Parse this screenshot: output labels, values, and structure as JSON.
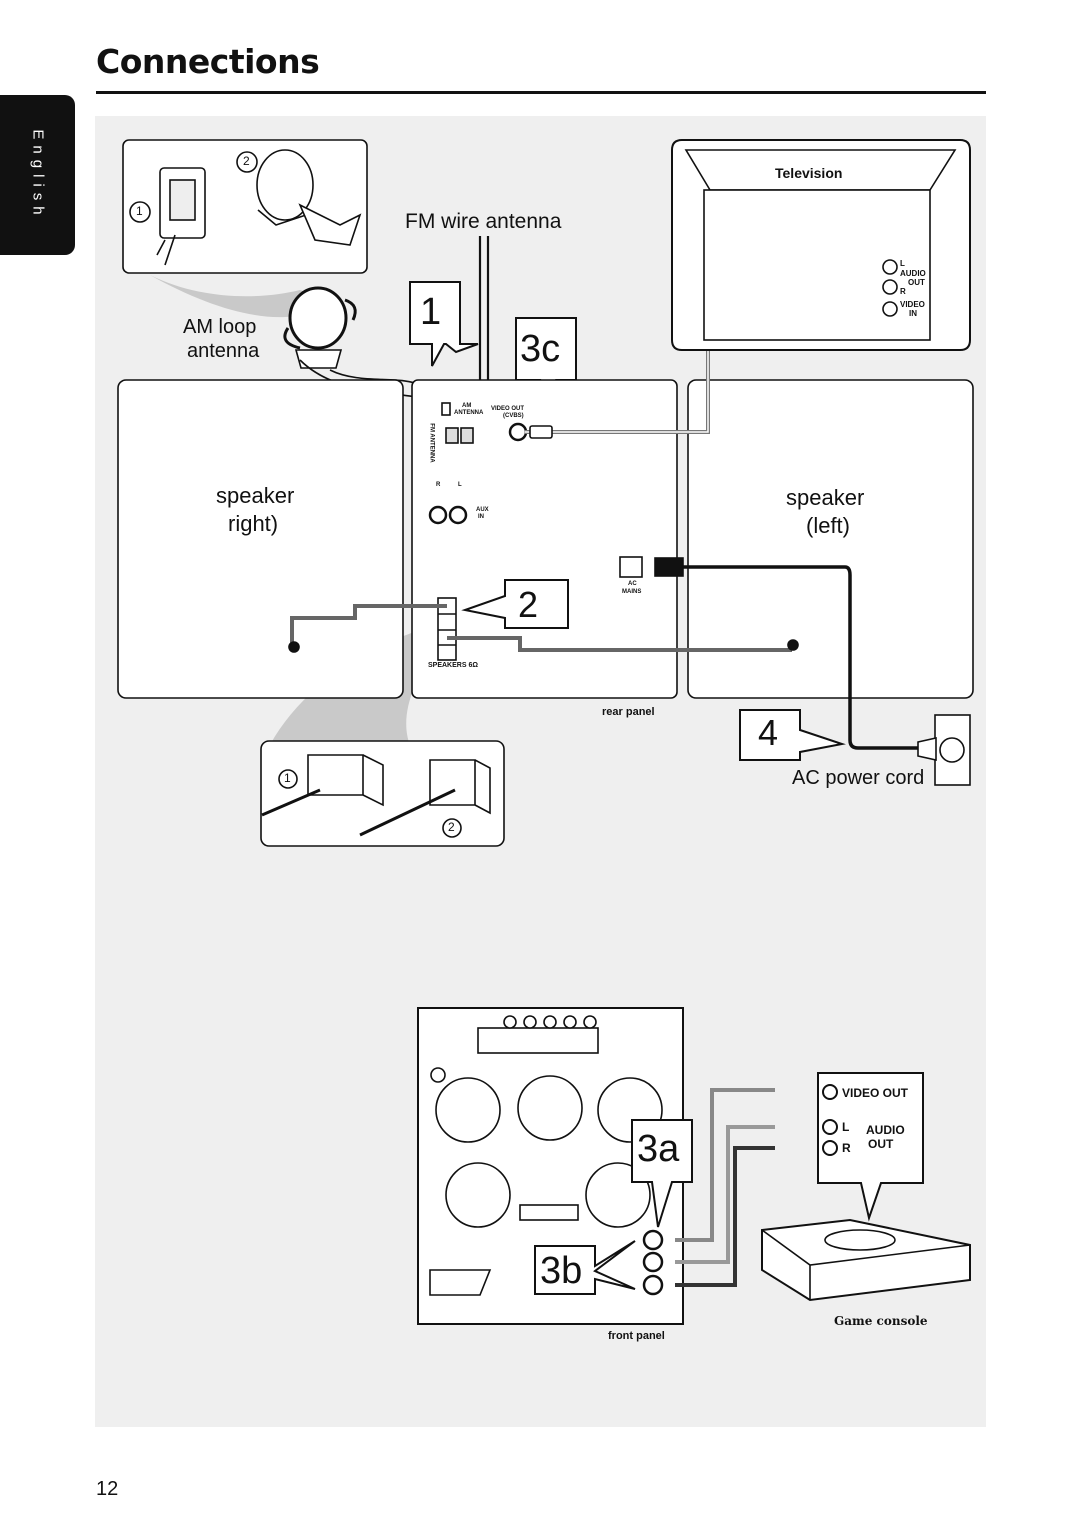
{
  "page": {
    "title": "Connections",
    "language_tab": "English",
    "page_number": "12"
  },
  "labels": {
    "fm_antenna": "FM wire antenna",
    "am_loop_line1": "AM loop",
    "am_loop_line2": "antenna",
    "speaker_right_line1": "speaker",
    "speaker_right_line2": "right)",
    "speaker_left_line1": "speaker",
    "speaker_left_line2": "(left)",
    "television": "Television",
    "rear_panel": "rear panel",
    "front_panel": "front panel",
    "ac_power_cord": "AC power cord",
    "game_console": "Game console"
  },
  "steps": {
    "s1": "1",
    "s2": "2",
    "s3a": "3a",
    "s3b": "3b",
    "s3c": "3c",
    "s4": "4"
  },
  "tv_jacks": {
    "l": "L",
    "audio": "AUDIO",
    "out": "OUT",
    "r": "R",
    "video": "VIDEO",
    "in": "IN"
  },
  "rear_jacks": {
    "am": "AM",
    "antenna": "ANTENNA",
    "fm_antenna": "FM ANTENNA",
    "video_out": "VIDEO OUT",
    "cvbs": "(CVBS)",
    "r": "R",
    "l": "L",
    "aux": "AUX",
    "in": "IN",
    "ac": "AC",
    "mains": "MAINS",
    "speakers": "SPEAKERS 6Ω"
  },
  "console_jacks": {
    "video_out": "VIDEO OUT",
    "l": "L",
    "r": "R",
    "audio": "AUDIO",
    "out": "OUT"
  },
  "inset_numbers": {
    "one": "1",
    "two": "2"
  }
}
